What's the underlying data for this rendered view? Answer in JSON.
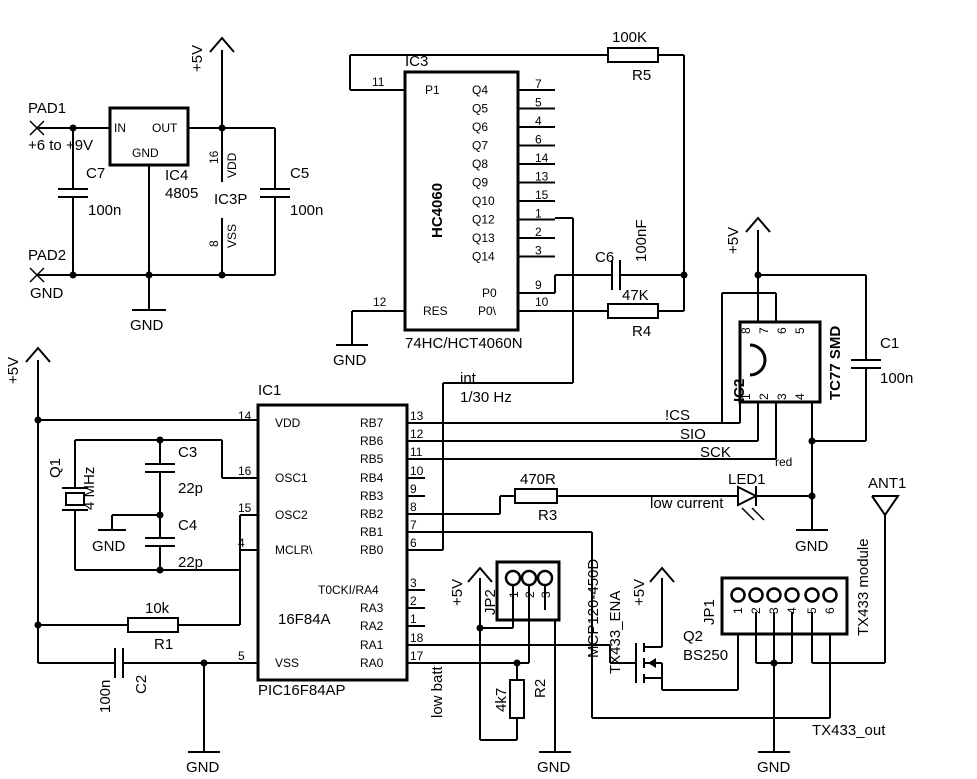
{
  "labels": {
    "pad1": "PAD1",
    "pad1_v": "+6 to +9V",
    "pad2": "PAD2",
    "gnd": "GND",
    "plus5v": "+5V",
    "c7": "C7",
    "c7_val": "100n",
    "ic4_in": "IN",
    "ic4_out": "OUT",
    "ic4_gnd": "GND",
    "ic4": "IC4",
    "ic4_type": "4805",
    "pin16": "16",
    "vdd": "VDD",
    "ic3p": "IC3P",
    "pin8": "8",
    "vss": "VSS",
    "c5": "C5",
    "c5_val": "100n",
    "ic3": "IC3",
    "hc4060": "HC4060",
    "ic3_part": "74HC/HCT4060N",
    "ic3_p1": "P1",
    "ic3_res": "RES",
    "ic3_p0": "P0",
    "ic3_p0n": "P0\\",
    "ic3_q": [
      "Q4",
      "Q5",
      "Q6",
      "Q7",
      "Q8",
      "Q9",
      "Q10",
      "Q12",
      "Q13",
      "Q14"
    ],
    "ic3_qpins": [
      "7",
      "5",
      "4",
      "6",
      "14",
      "13",
      "15",
      "1",
      "2",
      "3"
    ],
    "ic3_pin11": "11",
    "ic3_pin12": "12",
    "ic3_pin9": "9",
    "ic3_pin10": "10",
    "r5": "R5",
    "r5_val": "100K",
    "c6": "C6",
    "c6_val": "100nF",
    "r4": "R4",
    "r4_val": "47K",
    "int": "int",
    "freq": "1/30 Hz",
    "ic1": "IC1",
    "ic1_part": "PIC16F84AP",
    "ic1_type": "16F84A",
    "ic1_left": [
      "VDD",
      "OSC1",
      "OSC2",
      "MCLR\\",
      "VSS"
    ],
    "ic1_left_pins": [
      "14",
      "16",
      "15",
      "4",
      "5"
    ],
    "ic1_right": [
      "RB7",
      "RB6",
      "RB5",
      "RB4",
      "RB3",
      "RB2",
      "RB1",
      "RB0",
      "T0CKI/RA4",
      "RA3",
      "RA2",
      "RA1",
      "RA0"
    ],
    "ic1_right_pins": [
      "13",
      "12",
      "11",
      "10",
      "9",
      "8",
      "7",
      "6",
      "3",
      "2",
      "1",
      "18",
      "17"
    ],
    "q1": "Q1",
    "q1_val": "4 MHz",
    "c3": "C3",
    "c3_val": "22p",
    "c4": "C4",
    "c4_val": "22p",
    "r1": "R1",
    "r1_val": "10k",
    "c2": "C2",
    "c2_val": "100n",
    "ncs": "!CS",
    "sio": "SIO",
    "sck": "SCK",
    "r3": "R3",
    "r3_val": "470R",
    "led1": "LED1",
    "led_red": "red",
    "led_low": "low current",
    "ic2": "IC2",
    "ic2_type": "TC77 SMD",
    "ic2_top_pins": [
      "8",
      "7",
      "6",
      "5"
    ],
    "ic2_bot_pins": [
      "1",
      "2",
      "3",
      "4"
    ],
    "c1": "C1",
    "c1_val": "100n",
    "ant1": "ANT1",
    "tx433_module": "TX433 module",
    "jp1": "JP1",
    "jp1_pins": [
      "1",
      "2",
      "3",
      "4",
      "5",
      "6"
    ],
    "jp2": "JP2",
    "jp2_pins": [
      "1",
      "2",
      "3"
    ],
    "mcp": "MCP120-450D",
    "tx433_ena": "TX433_ENA",
    "tx433_out": "TX433_out",
    "q2": "Q2",
    "q2_type": "BS250",
    "low_batt": "low batt",
    "r2": "R2",
    "r2_val": "4k7"
  }
}
